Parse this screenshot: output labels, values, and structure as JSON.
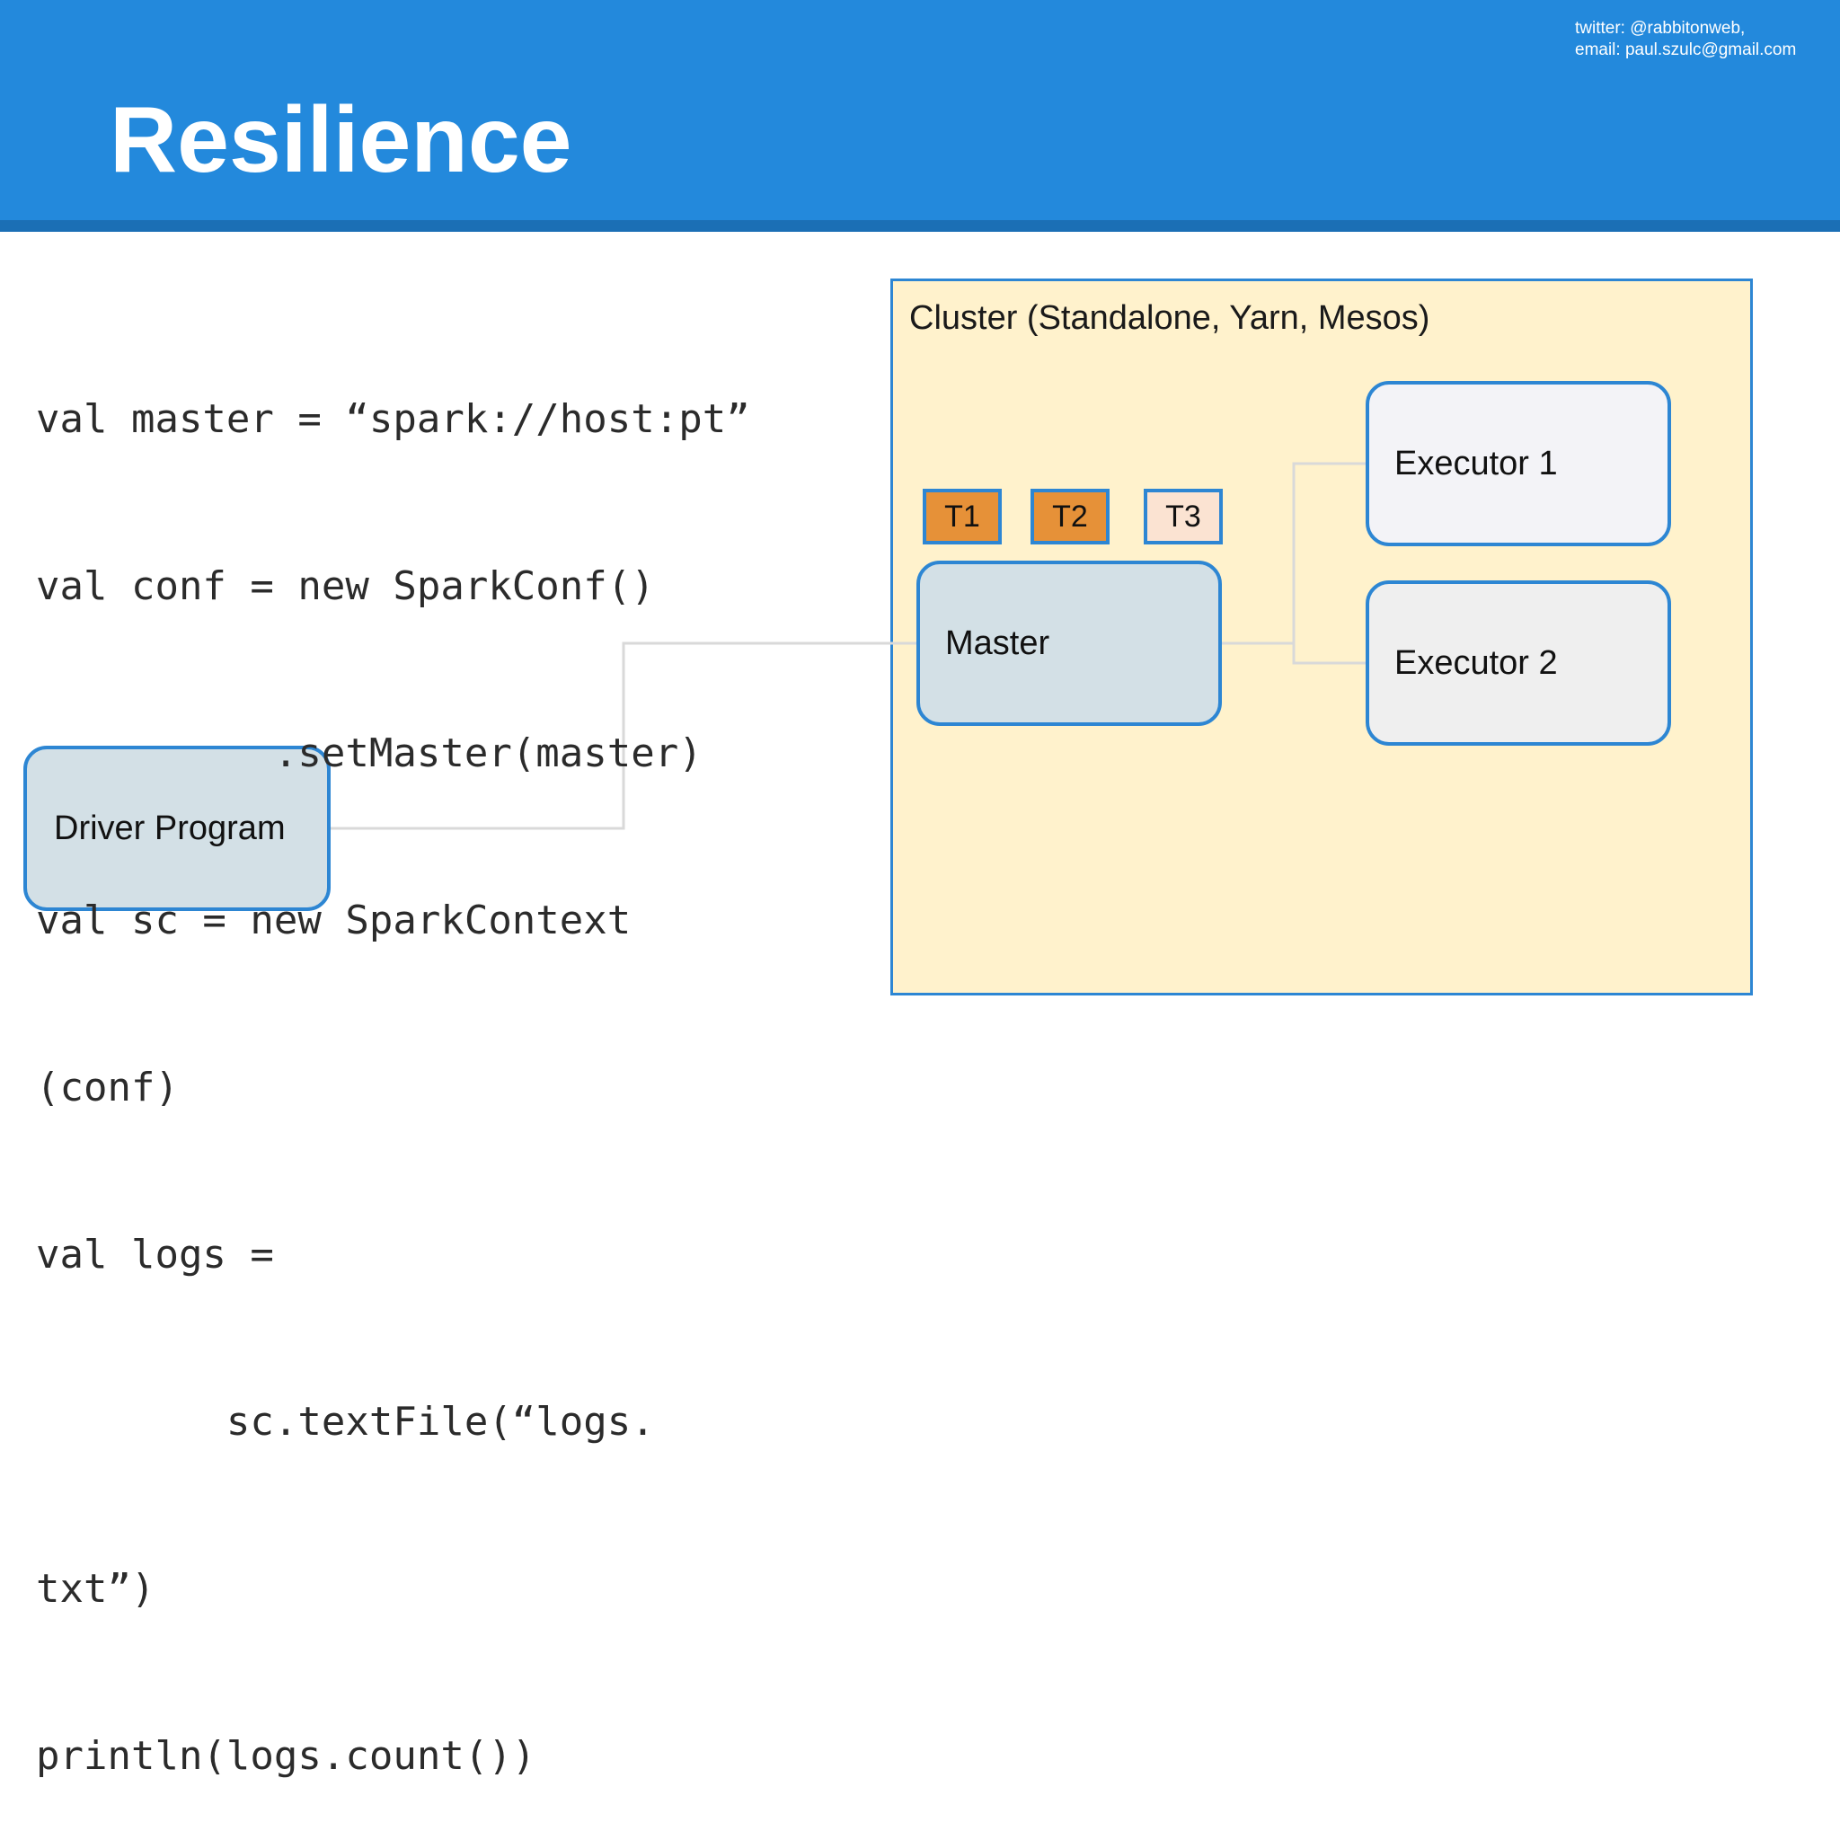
{
  "header": {
    "title": "Resilience",
    "contact_line1": "twitter: @rabbitonweb,",
    "contact_line2": "email: paul.szulc@gmail.com",
    "accent_color": "#2389dc"
  },
  "code": {
    "lines": [
      "val master = “spark://host:pt”",
      "val conf = new SparkConf()",
      "          .setMaster(master)",
      "val sc = new SparkContext",
      "(conf)",
      "val logs =",
      "        sc.textFile(“logs.",
      "txt”)",
      "println(logs.count())"
    ]
  },
  "diagram": {
    "cluster_label": "Cluster (Standalone, Yarn, Mesos)",
    "master_label": "Master",
    "executor1_label": "Executor 1",
    "executor2_label": "Executor 2",
    "driver_label": "Driver Program",
    "tasks": [
      "T1",
      "T2",
      "T3"
    ],
    "colors": {
      "cluster_fill": "#fff2cc",
      "border": "#2d86d3",
      "node_fill": "#d3e0e6",
      "task_active": "#e69138",
      "task_pending": "#fbe3d2",
      "connector": "#d9d9d9"
    }
  }
}
